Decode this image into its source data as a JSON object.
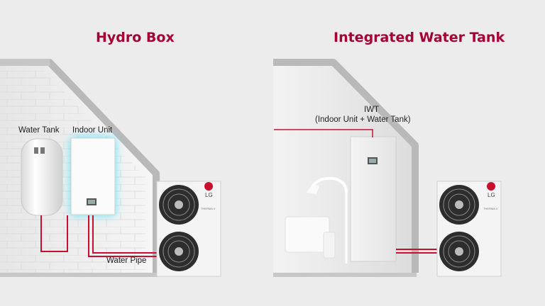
{
  "diagram": {
    "left_panel": {
      "title": "Hydro Box",
      "water_tank_label": "Water Tank",
      "indoor_unit_label": "Indoor Unit",
      "water_pipe_label": "Water Pipe"
    },
    "right_panel": {
      "title": "Integrated Water Tank",
      "iwt_label_line1": "IWT",
      "iwt_label_line2": "(Indoor Unit + Water Tank)"
    },
    "outdoor_unit_brand": "LG",
    "outdoor_unit_model_text": "THERMA V"
  },
  "colors": {
    "accent": "#a50034",
    "pipe": "#c8102e",
    "background": "#ececec",
    "house_outline": "#b9b9b9",
    "glow": "#40e0ff"
  }
}
